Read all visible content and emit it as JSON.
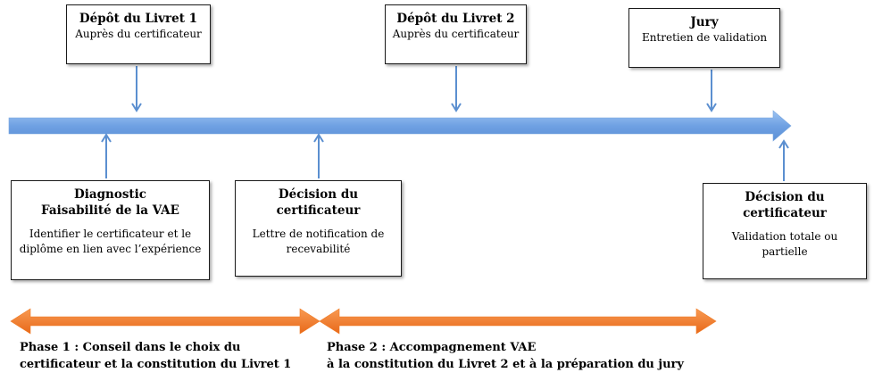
{
  "top_boxes": [
    {
      "title": "Dépôt du Livret 1",
      "subtitle": "Auprès du certificateur"
    },
    {
      "title": "Dépôt du Livret 2",
      "subtitle": "Auprès du certificateur"
    },
    {
      "title": "Jury",
      "subtitle": "Entretien de validation"
    }
  ],
  "bottom_boxes": [
    {
      "title": "Diagnostic\nFaisabilité de la VAE",
      "subtitle": "Identifier le certificateur et le\ndiplôme en lien avec l’expérience"
    },
    {
      "title": "Décision du\ncertificateur",
      "subtitle": "Lettre de notification de\nrecevabilité"
    },
    {
      "title": "Décision du\ncertificateur",
      "subtitle": "Validation totale ou\npartielle"
    }
  ],
  "phases": [
    {
      "label": "Phase 1 : Conseil dans le choix du\ncertificateur et la constitution du Livret 1"
    },
    {
      "label": "Phase 2 : Accompagnement VAE\nà la constitution du Livret 2 et à la préparation du jury"
    }
  ],
  "colors": {
    "timeline": "#73a6e8",
    "connector": "#5b8fd0",
    "phase_arrow": "#f07a23"
  }
}
